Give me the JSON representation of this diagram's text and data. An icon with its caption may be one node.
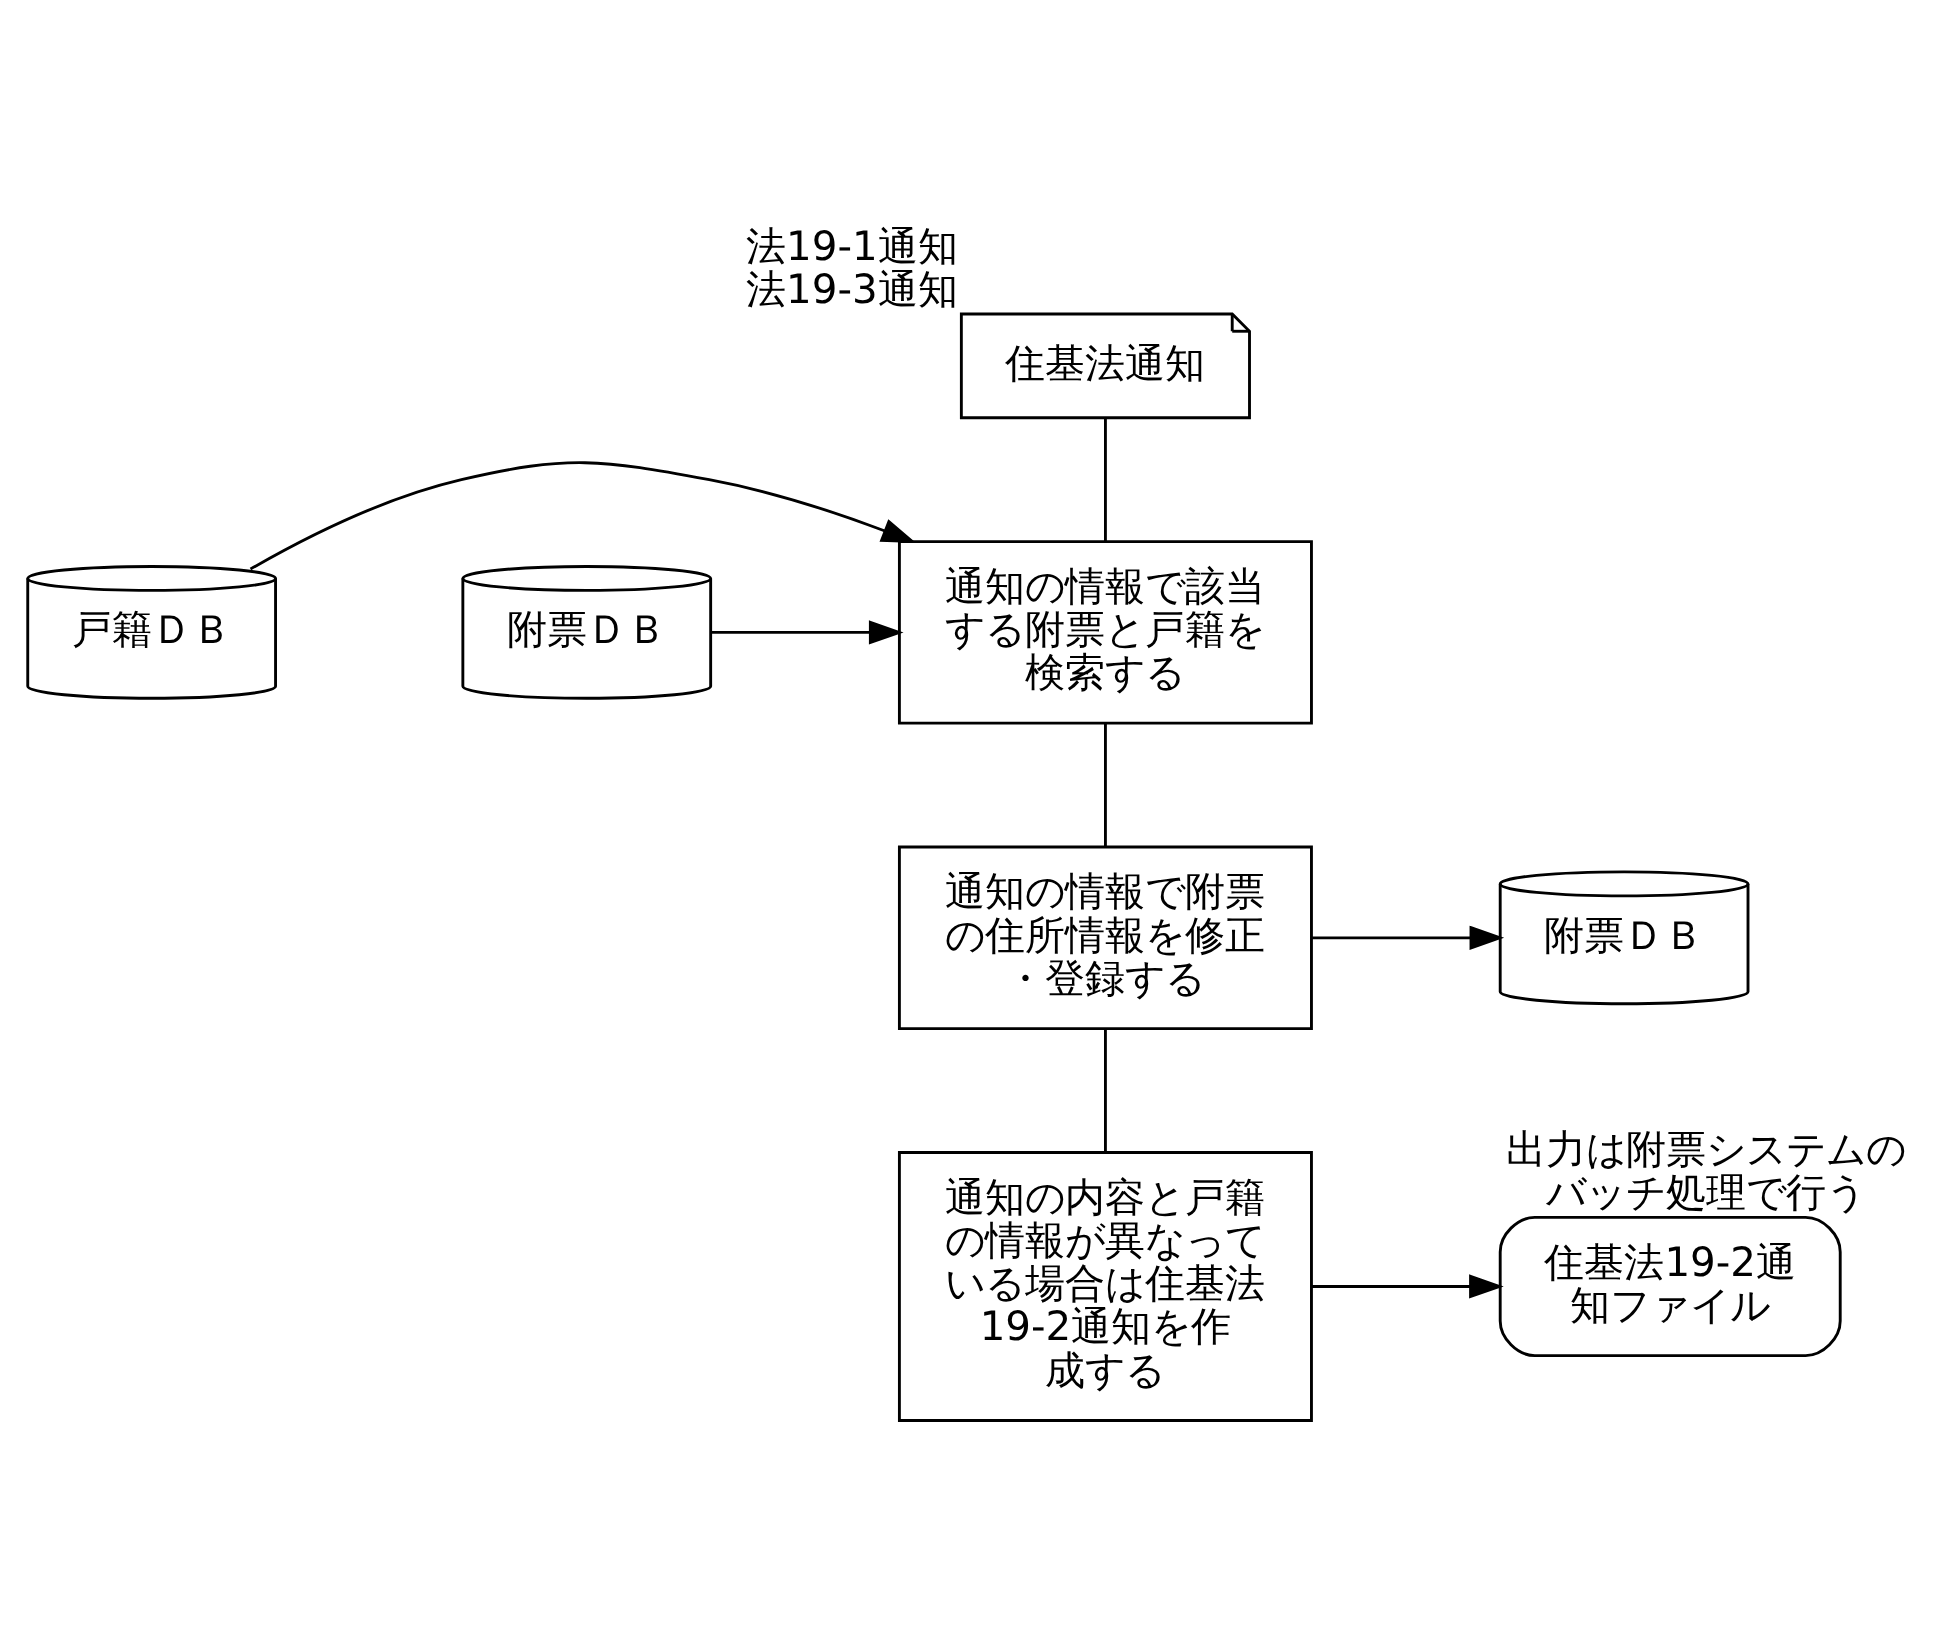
{
  "diagram": {
    "nodes": [
      {
        "text": [
          "住基法通知"
        ],
        "beside": [
          "法19-1通知",
          "法19-3通知"
        ]
      },
      {
        "text": [
          "戸籍ＤＢ"
        ]
      },
      {
        "text": [
          "通知の情報で該当する附票と戸籍を検索する"
        ]
      },
      {
        "text": [
          "附票ＤＢ"
        ]
      },
      {
        "text": [
          "通知の情報で附票の住所情報を修正・登録する"
        ]
      },
      {
        "text": [
          "附票ＤＢ"
        ]
      },
      {
        "text": [
          "通知の内容と戸籍の情報が異なっている場合は住基法19-2通知を作成する"
        ]
      },
      {
        "text": [
          "住基法19-2通知ファイル"
        ],
        "beside": [
          "出力は附票システムのバッチ処理で行う"
        ]
      }
    ],
    "edges": [
      {
        "from": 0,
        "to": 2,
        "arrow": "none"
      },
      {
        "from": 1,
        "to": 2,
        "arrow": "to"
      },
      {
        "from": 3,
        "to": 2,
        "arrow": "to"
      },
      {
        "from": 2,
        "to": 4,
        "arrow": "none"
      },
      {
        "from": 4,
        "to": 5,
        "arrow": "to"
      },
      {
        "from": 4,
        "to": 6,
        "arrow": "none"
      },
      {
        "from": 6,
        "to": 7,
        "arrow": "to"
      }
    ]
  }
}
